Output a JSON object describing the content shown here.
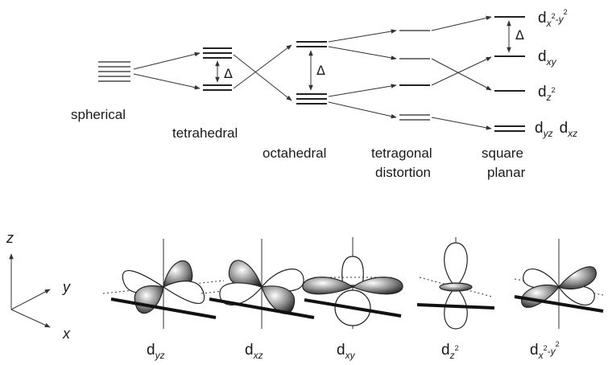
{
  "energy_diagram": {
    "geometries": [
      {
        "key": "spherical",
        "label": "spherical"
      },
      {
        "key": "tetrahedral",
        "label": "tetrahedral"
      },
      {
        "key": "octahedral",
        "label": "octahedral"
      },
      {
        "key": "tetragonal",
        "line1": "tetragonal",
        "line2": "distortion"
      },
      {
        "key": "square_planar",
        "line1": "square",
        "line2": "planar"
      }
    ],
    "delta_symbol": "Δ",
    "orbital_labels": {
      "dx2y2": {
        "main": "d",
        "sub": "x",
        "sup1": "2",
        "dash": "-",
        "sub2": "y",
        "sup2": "2"
      },
      "dxy": {
        "main": "d",
        "sub": "xy"
      },
      "dz2": {
        "main": "d",
        "sub": "z",
        "sup": "2"
      },
      "dyz_dxz": {
        "main1": "d",
        "sub1": "yz",
        "main2": "d",
        "sub2": "xz"
      }
    }
  },
  "axes": {
    "z": "z",
    "y": "y",
    "x": "x"
  },
  "orbital_shapes": [
    {
      "main": "d",
      "sub": "yz"
    },
    {
      "main": "d",
      "sub": "xz"
    },
    {
      "main": "d",
      "sub": "xy"
    },
    {
      "main": "d",
      "sub": "z",
      "sup": "2"
    },
    {
      "main": "d",
      "sub": "x",
      "sup1": "2",
      "dash": "-",
      "sub2": "y",
      "sup2": "2"
    }
  ]
}
